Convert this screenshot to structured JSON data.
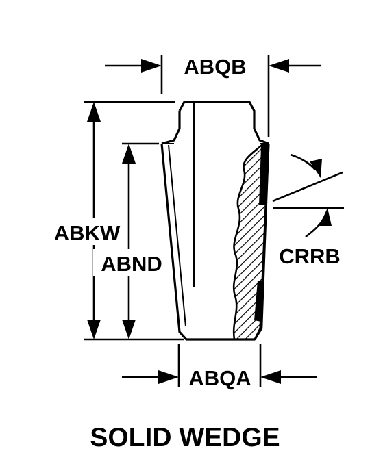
{
  "labels": {
    "top_width": "ABQB",
    "overall_height": "ABKW",
    "taper_height": "ABND",
    "taper_angle": "CRRB",
    "bottom_width": "ABQA"
  },
  "title": "SOLID WEDGE"
}
